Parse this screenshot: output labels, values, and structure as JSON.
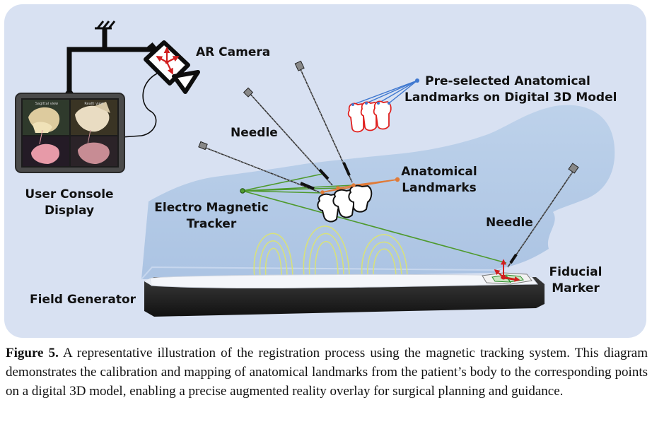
{
  "labels": {
    "ar_camera": "AR Camera",
    "preselected": [
      "Pre-selected Anatomical",
      "Landmarks on Digital 3D Model"
    ],
    "needle_left": "Needle",
    "needle_right": "Needle",
    "anatomical_landmarks": [
      "Anatomical",
      "Landmarks"
    ],
    "em_tracker": [
      "Electro Magnetic",
      "Tracker"
    ],
    "user_console": [
      "User Console",
      "Display"
    ],
    "fiducial_marker": [
      "Fiducial",
      "Marker"
    ],
    "field_generator": "Field Generator"
  },
  "console_screen": {
    "left_view": "Sagittal view",
    "right_view": "Realti view"
  },
  "caption": {
    "figure_label": "Figure 5.",
    "text": "A representative illustration of the registration process using the magnetic tracking system. This diagram demonstrates the calibration and mapping of anatomical landmarks from the patient’s body to the corresponding points on a digital 3D model, enabling a precise augmented reality overlay for surgical planning and guidance."
  },
  "colors": {
    "panel_bg": "#d8e1f2",
    "patient_body": "#b7cde6",
    "landmark_lines": "#e07b39",
    "tracker_lines": "#4f9a2e",
    "model_lines": "#3f78d0",
    "model_vertebrae": "#e0201e",
    "field_arcs": "#dfe66a",
    "axis_arrows": "#d11f1f"
  }
}
